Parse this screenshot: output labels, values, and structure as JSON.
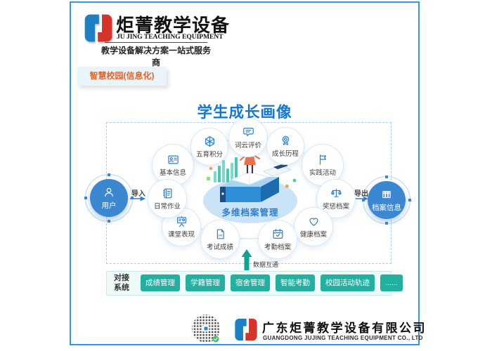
{
  "brand": {
    "name_cn": "炬菁教学设备",
    "name_en": "JU JING TEACHING EQUIPMENT",
    "tagline": "教学设备解决方案一站式服务商",
    "logo_icon": "jujing-logo"
  },
  "badge": {
    "label": "智慧校园(信息化)"
  },
  "diagram": {
    "title": "学生成长画像",
    "center_label": "多维档案管理",
    "import_label": "导入",
    "export_label": "导出",
    "data_flow_label": "数据互通",
    "left_node": {
      "label": "用户",
      "icon": "user"
    },
    "right_node": {
      "label": "档案信息",
      "icon": "archive"
    },
    "nodes": [
      {
        "label": "基本信息",
        "icon": "id-card"
      },
      {
        "label": "五育积分",
        "icon": "hexagon-net"
      },
      {
        "label": "词云评价",
        "icon": "speech-bubble"
      },
      {
        "label": "成长历程",
        "icon": "medal"
      },
      {
        "label": "实践活动",
        "icon": "flag"
      },
      {
        "label": "奖惩档案",
        "icon": "balance-scale"
      },
      {
        "label": "健康档案",
        "icon": "heart"
      },
      {
        "label": "考勤档案",
        "icon": "calendar-check"
      },
      {
        "label": "考试成绩",
        "icon": "exam-paper"
      },
      {
        "label": "课堂表现",
        "icon": "presentation-board"
      },
      {
        "label": "日常作业",
        "icon": "notebook"
      }
    ]
  },
  "dock": {
    "label_line1": "对接",
    "label_line2": "系统",
    "buttons": [
      "成绩管理",
      "学籍管理",
      "宿舍管理",
      "智能考勤",
      "校园活动轨迹",
      "......"
    ]
  },
  "footer": {
    "company_cn": "广东炬菁教学设备有限公司",
    "company_en": "GUANGDONG JUJING TEACHING EQUIPMENT CO., LTD"
  },
  "colors": {
    "accent_blue": "#1677d2",
    "logo_blue": "#1d7fc4",
    "logo_red": "#d5342b",
    "teal": "#17ab9b",
    "badge_orange": "#df672f"
  }
}
